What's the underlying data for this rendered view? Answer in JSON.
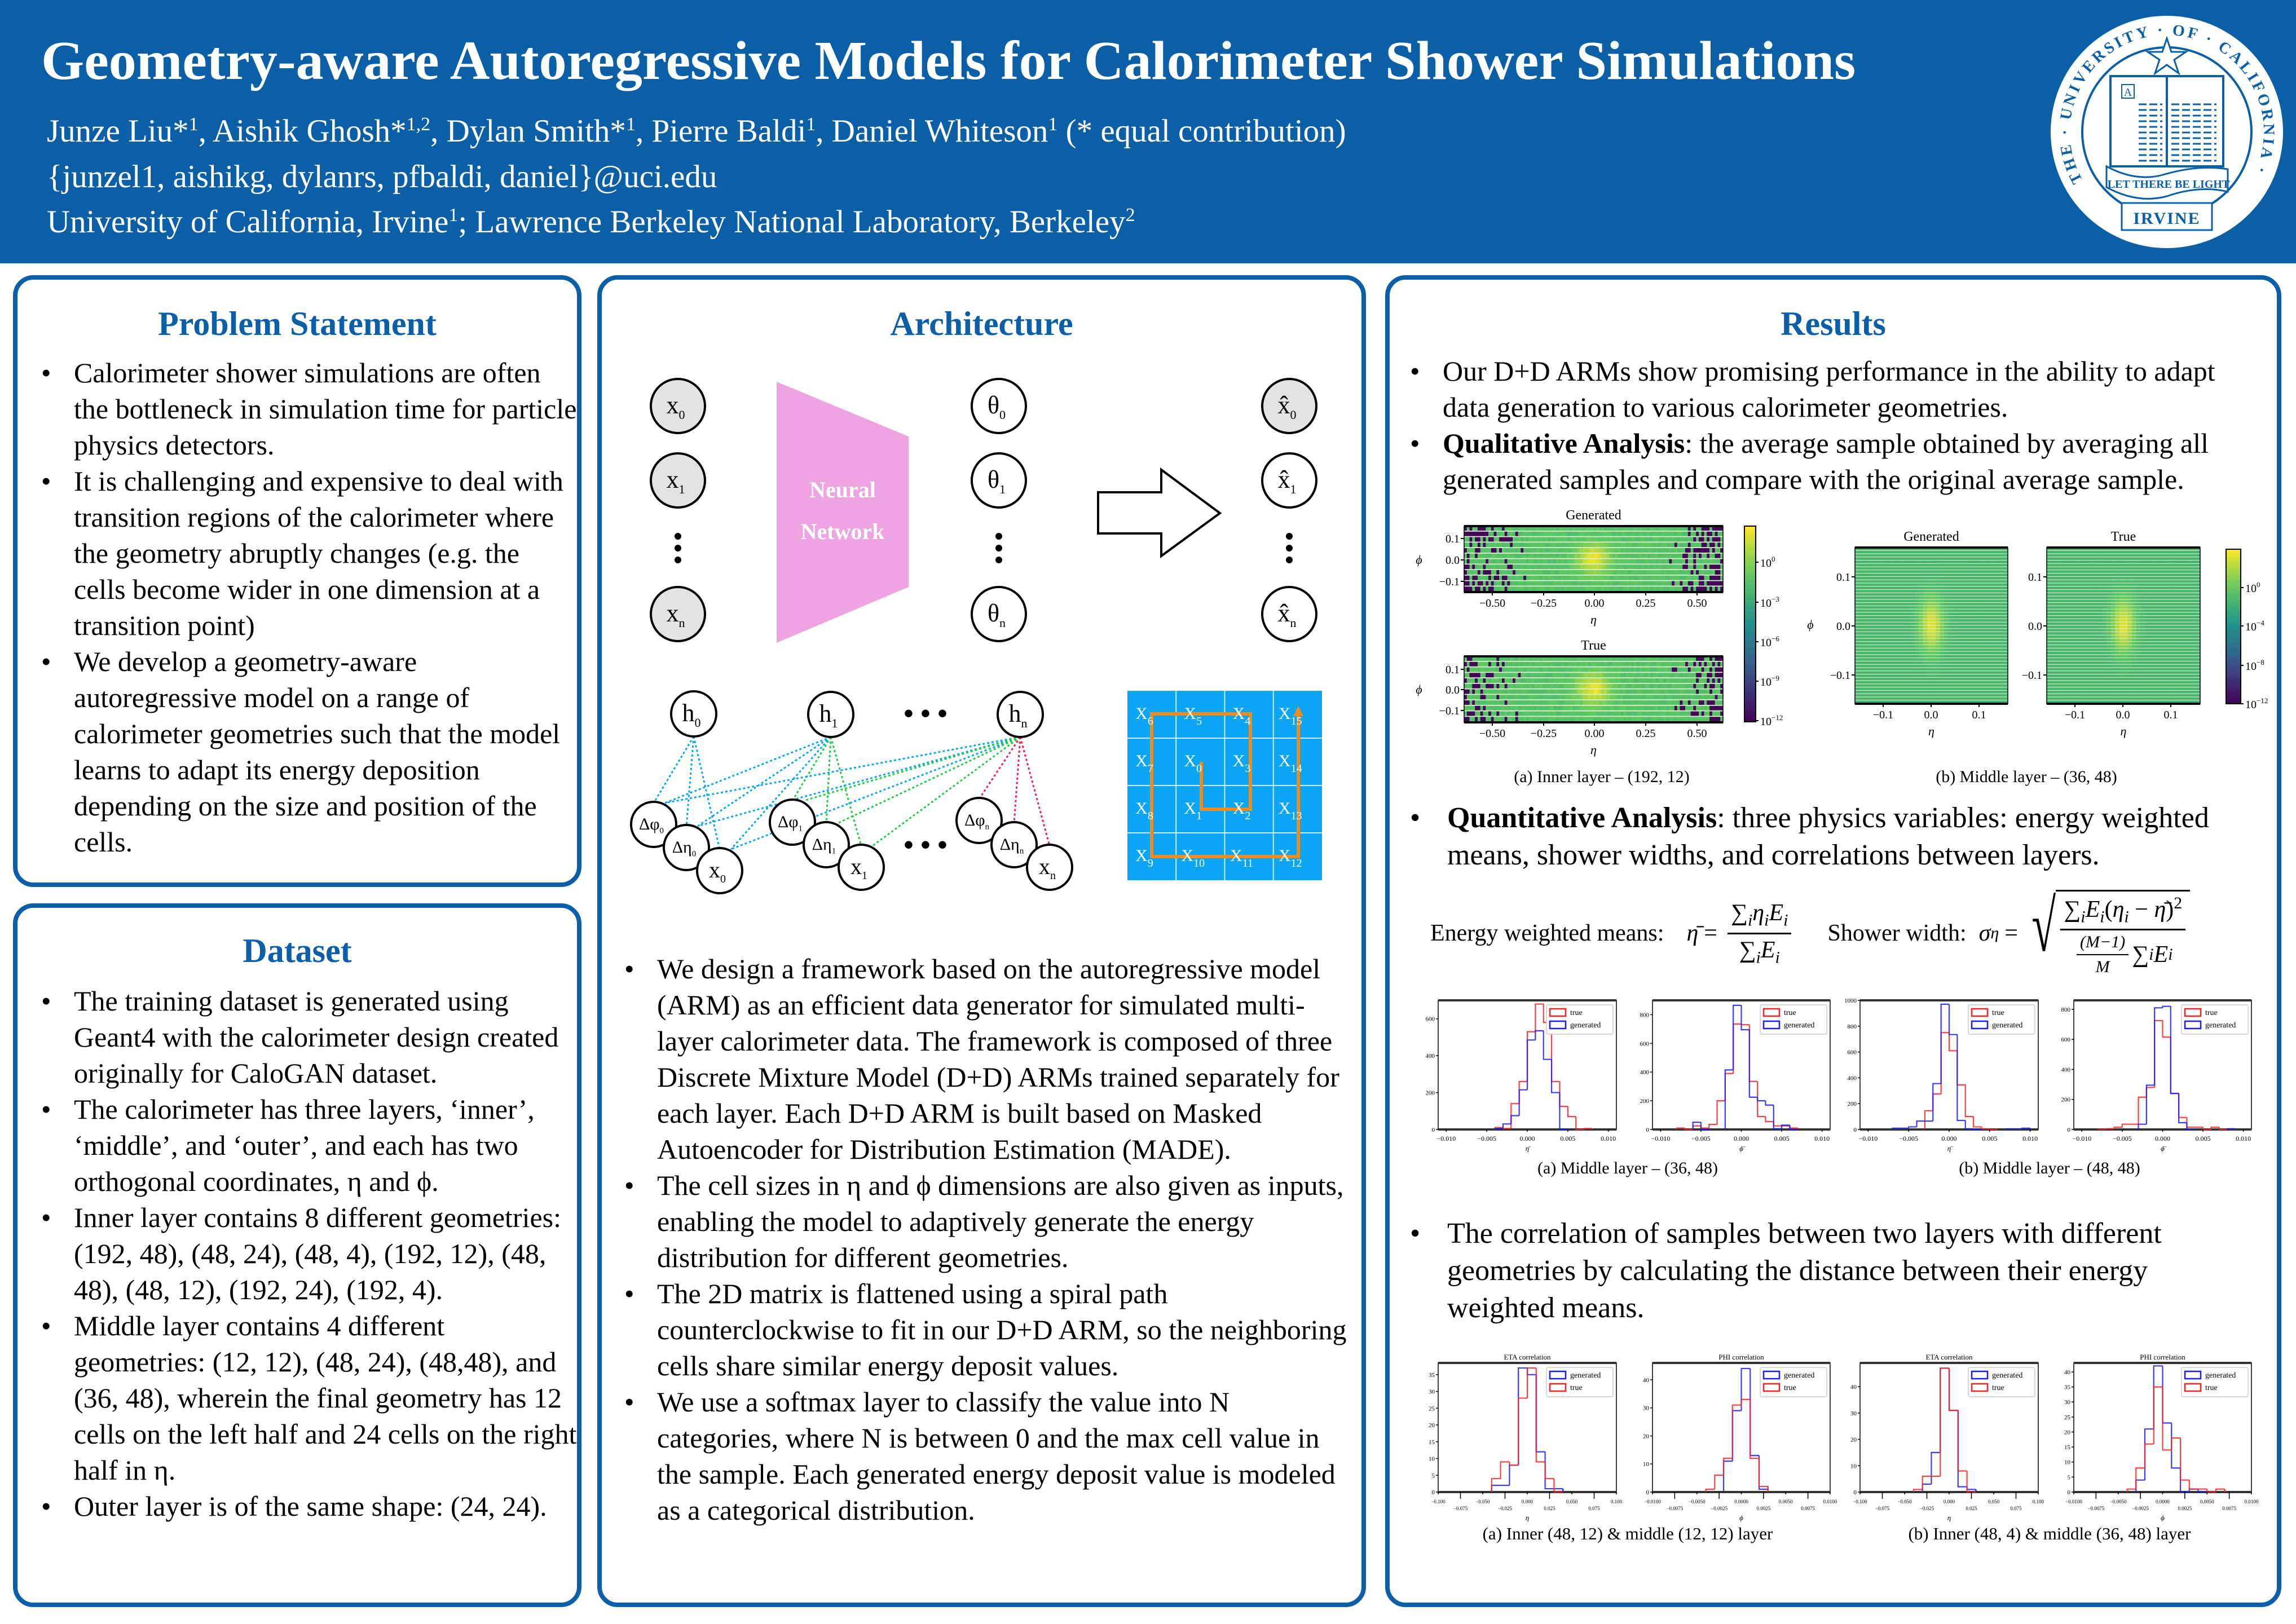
{
  "header": {
    "title": "Geometry-aware Autoregressive Models for Calorimeter Shower Simulations",
    "authors": [
      {
        "name": "Junze Liu*",
        "aff": "1"
      },
      {
        "name": "Aishik Ghosh*",
        "aff": "1,2"
      },
      {
        "name": "Dylan Smith*",
        "aff": "1"
      },
      {
        "name": "Pierre Baldi",
        "aff": "1"
      },
      {
        "name": "Daniel Whiteson",
        "aff": "1"
      }
    ],
    "author_note": "(* equal contribution)",
    "emails": "{junzel1, aishikg, dylanrs, pfbaldi, daniel}@uci.edu",
    "affiliations": [
      {
        "name": "University of California, Irvine",
        "aff": "1"
      },
      {
        "name": "Lawrence Berkeley National Laboratory, Berkeley",
        "aff": "2"
      }
    ],
    "logo": {
      "ring_text": "THE · UNIVERSITY · OF · CALIFORNIA ·",
      "banner": "LET THERE BE LIGHT",
      "bottom": "IRVINE",
      "book_letter": "A"
    }
  },
  "problem": {
    "title": "Problem Statement",
    "bullets": [
      "Calorimeter shower simulations are often the bottleneck in simulation time for particle physics detectors.",
      "It is challenging and expensive to deal with transition regions of the calorimeter where the geometry abruptly changes (e.g. the cells become wider in one dimension at a transition point)",
      "We develop a geometry-aware autoregressive model on a range of calorimeter geometries such that the model learns to adapt its energy deposition depending on the size and position of the cells."
    ]
  },
  "dataset": {
    "title": "Dataset",
    "bullets": [
      "The training dataset is generated using Geant4 with the calorimeter design created originally for CaloGAN dataset.",
      "The calorimeter has three layers, ‘inner’, ‘middle’, and ‘outer’, and each has two orthogonal coordinates, η and ϕ.",
      "Inner layer contains 8 different geometries: (192, 48), (48, 24), (48, 4), (192, 12), (48, 48), (48, 12), (192, 24), (192, 4).",
      "Middle layer contains 4 different geometries: (12, 12), (48, 24), (48,48), and (36, 48), wherein the final geometry has 12 cells on the left half and 24 cells on the right half in η.",
      "Outer layer is of the same shape: (24, 24)."
    ]
  },
  "architecture": {
    "title": "Architecture",
    "diagram": {
      "nn_label_1": "Neural",
      "nn_label_2": "Network",
      "x_base": "x",
      "theta_base": "θ",
      "xhat_base": "x̂",
      "h_base": "h",
      "dphi_base": "Δφ",
      "deta_base": "Δη",
      "subs": [
        "0",
        "1",
        "n"
      ],
      "ellipsis": "• • •",
      "spiral_grid": [
        [
          "6",
          "5",
          "4",
          "15"
        ],
        [
          "7",
          "0",
          "3",
          "14"
        ],
        [
          "8",
          "1",
          "2",
          "13"
        ],
        [
          "9",
          "10",
          "11",
          "12"
        ]
      ],
      "grid_letter": "X"
    },
    "bullets": [
      "We design a framework based on the autoregressive model (ARM) as an efficient data generator for simulated multi-layer calorimeter data. The framework is composed of three Discrete Mixture Model (D+D) ARMs trained separately for each layer. Each D+D ARM is built based on Masked Autoencoder for Distribution Estimation (MADE).",
      "The cell sizes in η and ϕ dimensions are also given as inputs, enabling the model to adaptively generate the energy distribution for different geometries.",
      "The 2D matrix is flattened using a spiral path counterclockwise to fit in our D+D ARM, so the neighboring cells share similar energy deposit values.",
      "We use a softmax layer to classify the value into N categories, where N is between 0 and the max cell value in the sample. Each generated energy deposit value is modeled as a categorical distribution."
    ]
  },
  "results": {
    "title": "Results",
    "bullet_1": "Our D+D ARMs show promising performance in the ability to adapt data generation to various calorimeter geometries.",
    "qual_lead": "Qualitative Analysis",
    "qual_text": ": the average sample obtained by averaging all generated samples and compare with the original average sample.",
    "quant_lead": "Quantitative Analysis",
    "quant_text": ": three physics variables: energy weighted means, shower widths, and correlations between layers.",
    "corr_text": "The correlation of samples between two layers with different geometries by calculating the distance between their energy weighted means.",
    "formula": {
      "ewm_label": "Energy weighted means:",
      "sw_label": "Shower width:",
      "sum": "∑",
      "i": "i",
      "eta_bar": "η̄",
      "eta": "η",
      "E": "E",
      "sigma": "σ",
      "m_num": "(M−1)",
      "m_den": "M",
      "eq": "=",
      "minus": "−",
      "sq": "2"
    },
    "captions": [
      "(a) Inner layer – (192, 12)",
      "(b) Middle layer – (36, 48)",
      "(a) Middle layer – (36, 48)",
      "(b) Middle layer – (48, 48)",
      "(a) Inner (48, 12) & middle (12, 12) layer",
      "(b) Inner (48, 4) & middle (36, 48) layer"
    ]
  },
  "colors": {
    "brand": "#0a5fa6",
    "true": "#ff2020",
    "generated": "#1a1aff",
    "nn": "#eea4e0",
    "grid": "#0aa6f5",
    "spiral": "#f08c1e"
  },
  "chart_data": [
    {
      "type": "heatmap",
      "figure": "Inner layer – (192, 12)",
      "title": "Generated",
      "xlabel": "η",
      "ylabel": "ϕ",
      "cells": [
        192,
        12
      ],
      "xtick_labels": [
        "−0.50",
        "−0.25",
        "0.00",
        "0.25",
        "0.50"
      ],
      "ytick_labels": [
        "0.1",
        "0.0",
        "−0.1"
      ],
      "colorbar_base": "10",
      "colorbar_exponents": [
        "0",
        "−3",
        "−6",
        "−9",
        "−12"
      ]
    },
    {
      "type": "heatmap",
      "figure": "Inner layer – (192, 12)",
      "title": "True",
      "xlabel": "η",
      "ylabel": "ϕ",
      "cells": [
        192,
        12
      ],
      "xtick_labels": [
        "−0.50",
        "−0.25",
        "0.00",
        "0.25",
        "0.50"
      ],
      "ytick_labels": [
        "0.1",
        "0.0",
        "−0.1"
      ]
    },
    {
      "type": "heatmap",
      "figure": "Middle layer – (36, 48)",
      "title": "Generated",
      "xlabel": "η",
      "ylabel": "ϕ",
      "cells": [
        36,
        48
      ],
      "xtick_labels": [
        "−0.1",
        "0.0",
        "0.1"
      ],
      "ytick_labels": [
        "0.1",
        "0.0",
        "−0.1"
      ],
      "colorbar_base": "10",
      "colorbar_exponents": [
        "0",
        "−4",
        "−8",
        "−12"
      ]
    },
    {
      "type": "heatmap",
      "figure": "Middle layer – (36, 48)",
      "title": "True",
      "xlabel": "η",
      "ylabel": "ϕ",
      "cells": [
        36,
        48
      ],
      "xtick_labels": [
        "−0.1",
        "0.0",
        "0.1"
      ],
      "ytick_labels": []
    },
    {
      "type": "bar",
      "histtype": "step",
      "title": "",
      "xlabel": "η̄",
      "xlim": [
        -0.011,
        0.011
      ],
      "ylim": [
        0,
        700
      ],
      "xticks": [
        -0.01,
        -0.005,
        0,
        0.005,
        0.01
      ],
      "xtick_labels": [
        "−0.010",
        "−0.005",
        "0.000",
        "0.005",
        "0.010"
      ],
      "yticks": [
        0,
        200,
        400,
        600
      ],
      "bin_start": -0.004,
      "bin_width": 0.001,
      "series": [
        {
          "name": "true",
          "values": [
            10,
            5,
            140,
            260,
            530,
            680,
            580,
            260,
            125,
            70,
            0,
            5
          ]
        },
        {
          "name": "generated",
          "values": [
            5,
            30,
            75,
            215,
            485,
            535,
            380,
            200,
            0,
            0,
            0,
            0
          ]
        }
      ],
      "legend": "top-right"
    },
    {
      "type": "bar",
      "histtype": "step",
      "title": "",
      "xlabel": "ϕ̄",
      "xlim": [
        -0.011,
        0.011
      ],
      "ylim": [
        0,
        900
      ],
      "xticks": [
        -0.01,
        -0.005,
        0,
        0.005,
        0.01
      ],
      "xtick_labels": [
        "−0.010",
        "−0.005",
        "0.000",
        "0.005",
        "0.010"
      ],
      "yticks": [
        0,
        200,
        400,
        600,
        800
      ],
      "bin_start": -0.008,
      "bin_width": 0.001,
      "series": [
        {
          "name": "true",
          "values": [
            10,
            0,
            25,
            10,
            35,
            200,
            390,
            735,
            730,
            335,
            90,
            55,
            25,
            25,
            10
          ]
        },
        {
          "name": "generated",
          "values": [
            0,
            0,
            50,
            0,
            0,
            0,
            415,
            865,
            695,
            225,
            200,
            170,
            5,
            30,
            0
          ]
        }
      ],
      "legend": "top-right"
    },
    {
      "type": "bar",
      "histtype": "step",
      "title": "",
      "xlabel": "η̄",
      "xlim": [
        -0.011,
        0.011
      ],
      "ylim": [
        0,
        1000
      ],
      "xticks": [
        -0.01,
        -0.005,
        0,
        0.005,
        0.01
      ],
      "xtick_labels": [
        "−0.010",
        "−0.005",
        "0.000",
        "0.005",
        "0.010"
      ],
      "yticks": [
        0,
        200,
        400,
        600,
        800,
        1000
      ],
      "bin_start": -0.007,
      "bin_width": 0.001,
      "series": [
        {
          "name": "true",
          "values": [
            0,
            0,
            0,
            0,
            145,
            275,
            750,
            610,
            345,
            100,
            20,
            5,
            0,
            0,
            0,
            0,
            0
          ]
        },
        {
          "name": "generated",
          "values": [
            10,
            10,
            20,
            65,
            65,
            355,
            970,
            735,
            70,
            5,
            0,
            0,
            0,
            0,
            5,
            5,
            10
          ]
        }
      ],
      "legend": "top-right"
    },
    {
      "type": "bar",
      "histtype": "step",
      "title": "",
      "xlabel": "ϕ̄",
      "xlim": [
        -0.011,
        0.011
      ],
      "ylim": [
        0,
        860
      ],
      "xticks": [
        -0.01,
        -0.005,
        0,
        0.005,
        0.01
      ],
      "xtick_labels": [
        "−0.010",
        "−0.005",
        "0.000",
        "0.005",
        "0.010"
      ],
      "yticks": [
        0,
        200,
        400,
        600,
        800
      ],
      "bin_start": -0.008,
      "bin_width": 0.001,
      "series": [
        {
          "name": "true",
          "values": [
            2,
            5,
            15,
            35,
            35,
            215,
            280,
            725,
            615,
            240,
            80,
            15,
            15,
            0,
            15,
            0,
            0
          ]
        },
        {
          "name": "generated",
          "values": [
            0,
            0,
            0,
            0,
            0,
            35,
            295,
            810,
            820,
            240,
            45,
            0,
            0,
            0,
            0,
            0,
            5
          ]
        }
      ],
      "legend": "top-right"
    },
    {
      "type": "bar",
      "histtype": "step",
      "title": "ETA correlation",
      "xlabel": "η",
      "xlim": [
        -0.1,
        0.1
      ],
      "ylim": [
        0,
        38.5
      ],
      "xticks": [
        -0.1,
        -0.075,
        -0.05,
        -0.025,
        0,
        0.025,
        0.05,
        0.075,
        0.1
      ],
      "xtick_labels": [
        "−0.100",
        "−0.075",
        "−0.050",
        "−0.025",
        "0.000",
        "0.025",
        "0.050",
        "0.075",
        "0.100"
      ],
      "yticks": [
        0,
        5,
        10,
        15,
        20,
        25,
        30,
        35
      ],
      "bin_start": -0.04,
      "bin_width": 0.01,
      "series": [
        {
          "name": "generated",
          "values": [
            2,
            2,
            8,
            37,
            35,
            12,
            1,
            1
          ]
        },
        {
          "name": "true",
          "values": [
            4,
            9,
            8,
            28,
            37,
            9,
            4,
            0
          ]
        }
      ],
      "legend": "top-right"
    },
    {
      "type": "bar",
      "histtype": "step",
      "title": "PHI correlation",
      "xlabel": "ϕ",
      "xlim": [
        -0.01,
        0.01
      ],
      "ylim": [
        0,
        46
      ],
      "xticks": [
        -0.01,
        -0.0075,
        -0.005,
        -0.0025,
        0,
        0.0025,
        0.005,
        0.0075,
        0.01
      ],
      "xtick_labels": [
        "−0.0100",
        "−0.0075",
        "−0.0050",
        "−0.0025",
        "0.0000",
        "0.0025",
        "0.0050",
        "0.0075",
        "0.0100"
      ],
      "yticks": [
        0,
        10,
        20,
        30,
        40
      ],
      "bin_start": -0.004,
      "bin_width": 0.001,
      "series": [
        {
          "name": "generated",
          "values": [
            0,
            0,
            11,
            29,
            44,
            13,
            1
          ]
        },
        {
          "name": "true",
          "values": [
            1,
            6,
            12,
            31,
            33,
            12,
            2
          ]
        }
      ],
      "legend": "top-right"
    },
    {
      "type": "bar",
      "histtype": "step",
      "title": "ETA correlation",
      "xlabel": "η",
      "xlim": [
        -0.1,
        0.1
      ],
      "ylim": [
        0,
        49
      ],
      "xticks": [
        -0.1,
        -0.075,
        -0.05,
        -0.025,
        0,
        0.025,
        0.05,
        0.075,
        0.1
      ],
      "xtick_labels": [
        "−0.100",
        "−0.075",
        "−0.050",
        "−0.025",
        "0.000",
        "0.025",
        "0.050",
        "0.075",
        "0.100"
      ],
      "yticks": [
        0,
        10,
        20,
        30,
        40
      ],
      "bin_start": -0.04,
      "bin_width": 0.01,
      "series": [
        {
          "name": "generated",
          "values": [
            0,
            3,
            15,
            47,
            31,
            2,
            1
          ]
        },
        {
          "name": "true",
          "values": [
            1,
            6,
            6,
            47,
            31,
            8,
            0
          ]
        }
      ],
      "legend": "top-right"
    },
    {
      "type": "bar",
      "histtype": "step",
      "title": "PHI correlation",
      "xlabel": "ϕ",
      "xlim": [
        -0.01,
        0.01
      ],
      "ylim": [
        0,
        43
      ],
      "xticks": [
        -0.01,
        -0.0075,
        -0.005,
        -0.0025,
        0,
        0.0025,
        0.005,
        0.0075,
        0.01
      ],
      "xtick_labels": [
        "−0.0100",
        "−0.0075",
        "−0.0050",
        "−0.0025",
        "0.0000",
        "0.0025",
        "0.0050",
        "0.0075",
        "0.0100"
      ],
      "yticks": [
        0,
        5,
        10,
        15,
        20,
        25,
        30,
        35,
        40
      ],
      "bin_start": -0.004,
      "bin_width": 0.001,
      "series": [
        {
          "name": "generated",
          "values": [
            0,
            4,
            21,
            42,
            23,
            8,
            0,
            1,
            0,
            0,
            0
          ]
        },
        {
          "name": "true",
          "values": [
            1,
            8,
            16,
            35,
            14,
            18,
            4,
            1,
            1,
            0,
            1
          ]
        }
      ],
      "legend": "top-right"
    }
  ]
}
